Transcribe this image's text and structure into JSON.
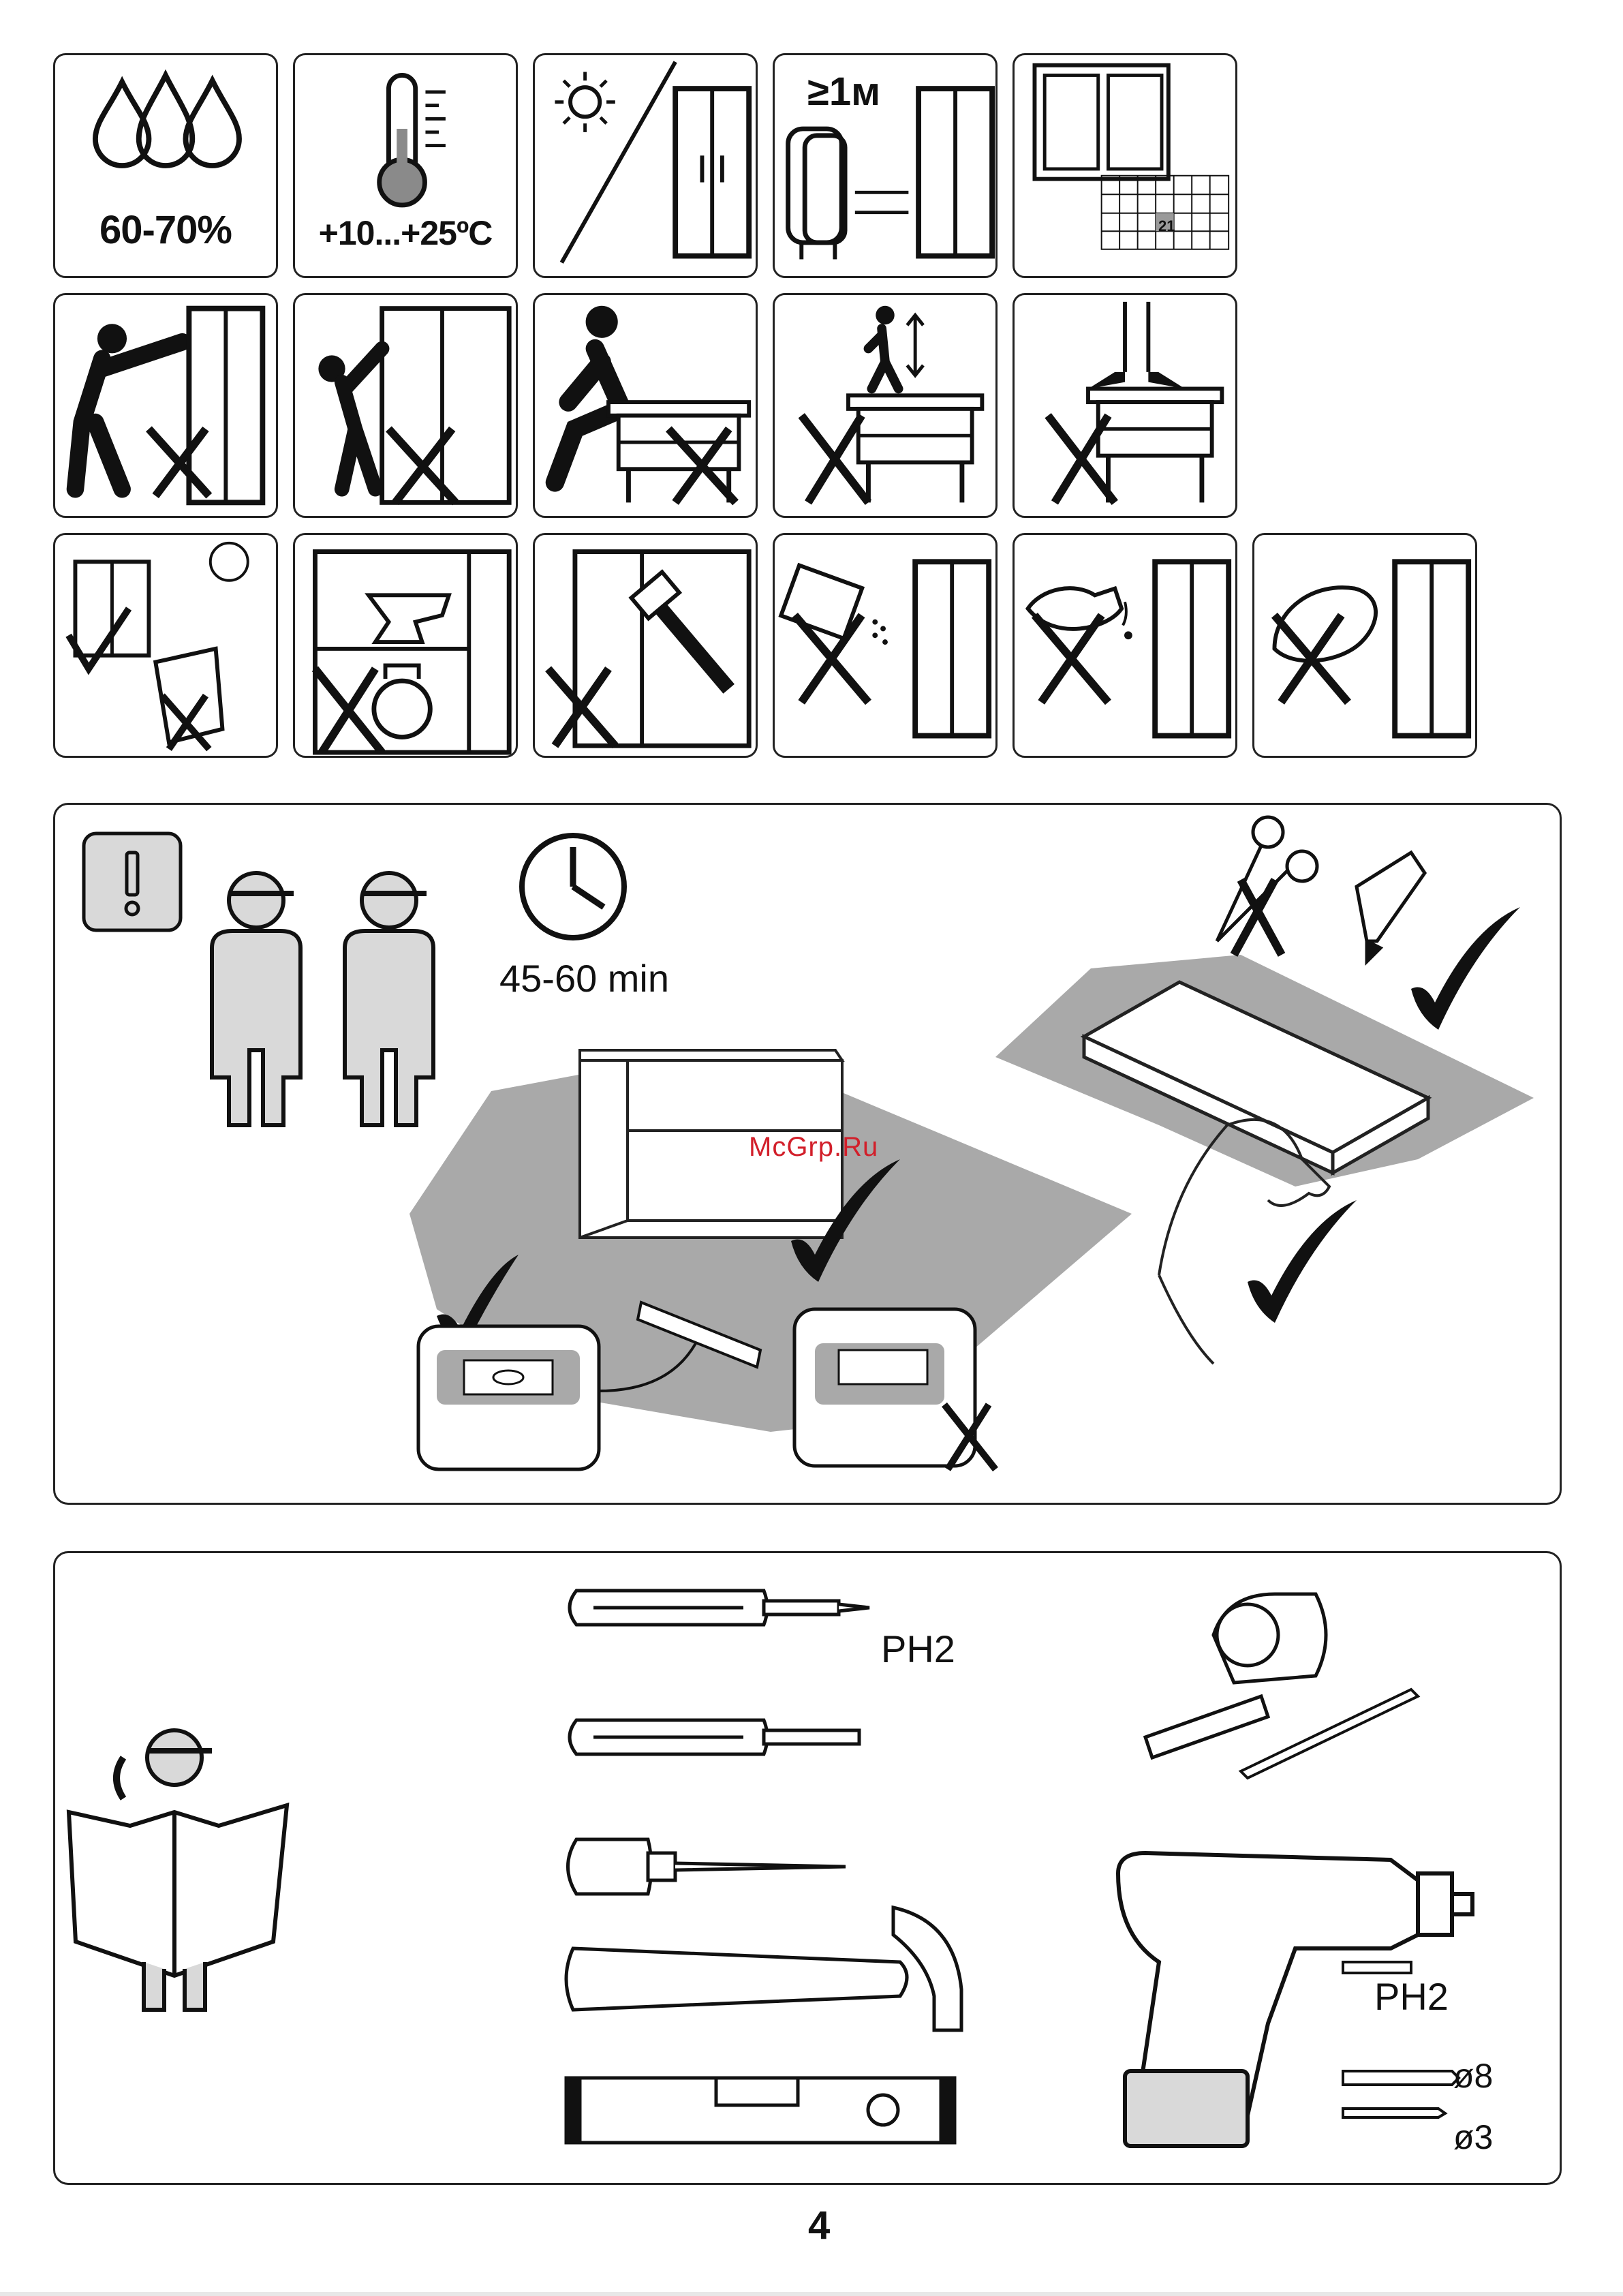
{
  "symbols": {
    "humidity": "60-70%",
    "temperature": "+10...+25ºC",
    "distance": "≥1м",
    "calendar_day": "21"
  },
  "setup_panel": {
    "duration": "45-60 min",
    "watermark": "McGrp.Ru"
  },
  "tools_panel": {
    "phillips_screwdriver": "PH2",
    "drill_bit_ph": "PH2",
    "drill_bit_large": "ø8",
    "drill_bit_small": "ø3"
  },
  "page_number": "4",
  "colors": {
    "ink": "#111111",
    "gray": "#a9a9a9",
    "light_gray": "#d9d9d9",
    "watermark": "#d21f2a"
  }
}
